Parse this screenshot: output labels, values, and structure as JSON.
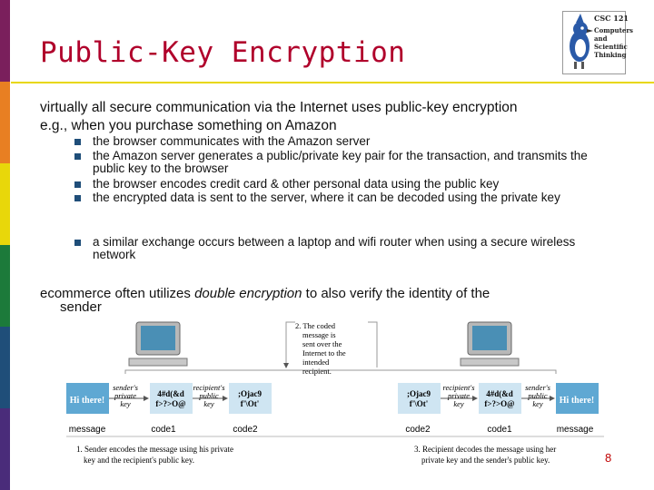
{
  "header": {
    "title": "Public-Key Encryption",
    "logo": {
      "line1": "CSC 121",
      "line2": "Computers",
      "line3": "and",
      "line4": "Scientific",
      "line5": "Thinking"
    },
    "colorbar": [
      "#7a1f5c",
      "#e87f22",
      "#e8d70a",
      "#1c7a3a",
      "#1f4e79",
      "#4a2c7a"
    ]
  },
  "body": {
    "intro1": "virtually all secure communication via the Internet uses public-key encryption",
    "intro2": "e.g., when you purchase something on Amazon",
    "bullets": [
      "the browser communicates with the Amazon server",
      "the Amazon server generates a public/private key pair for the transaction, and transmits the public key to the browser",
      "the browser encodes credit card & other personal data using the public key",
      "the encrypted data is sent to the server, where it can be decoded using the private key",
      "a similar exchange occurs between a laptop and wifi router when using a secure wireless network"
    ],
    "ecommerce_before": "ecommerce often utilizes ",
    "ecommerce_em": "double encryption",
    "ecommerce_after": " to also verify the identity of the",
    "ecommerce_line2": "sender"
  },
  "figure": {
    "message_left": "Hi there!",
    "label1": "sender's",
    "label1b": "private",
    "label1c": "key",
    "code1": "4#d(&d",
    "code1b": "f>?>O@",
    "label2": "recipient's",
    "label2b": "public",
    "label2c": "key",
    "code2": ";Ojac9",
    "code2b": "f'\\Ot'",
    "step2_1": "2. The coded",
    "step2_2": "message is",
    "step2_3": "sent over the",
    "step2_4": "Internet to the",
    "step2_5": "intended",
    "step2_6": "recipient.",
    "code2r": ";Ojac9",
    "code2rb": "f'\\Ot'",
    "label3": "recipient's",
    "label3b": "private",
    "label3c": "key",
    "code1r": "4#d(&d",
    "code1rb": "f>?>O@",
    "label4": "sender's",
    "label4b": "public",
    "label4c": "key",
    "message_right": "Hi there!",
    "cap_message": "message",
    "cap_code1": "code1",
    "cap_code2": "code2",
    "cap_code2r": "code2",
    "cap_code1r": "code1",
    "cap_message_r": "message",
    "step1_1": "1. Sender encodes the message using his private",
    "step1_2": "key and the recipient's public key.",
    "step3_1": "3. Recipient decodes the message using her",
    "step3_2": "private key and the sender's public key."
  },
  "footer": {
    "page": "8"
  }
}
